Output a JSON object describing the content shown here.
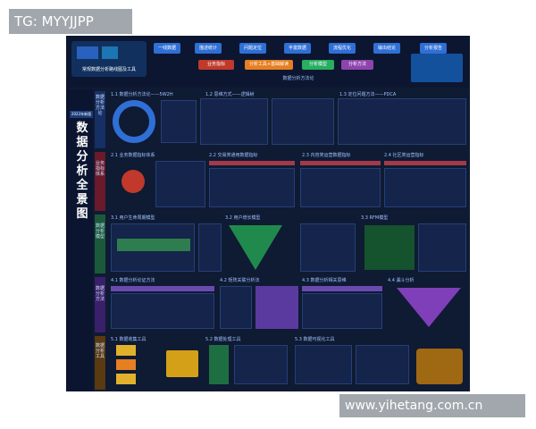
{
  "watermark_top": "TG: MYYJJPP",
  "watermark_bottom": "www.yihetang.com.cn",
  "poster": {
    "title_chars": [
      "数",
      "据",
      "分",
      "析",
      "全",
      "景",
      "图"
    ],
    "year_badge": "2023年新版",
    "header_caption": "常规数据分析路线图及工具",
    "flow_steps": [
      "一线数据",
      "描述统计",
      "问题定位",
      "丰富数据",
      "流程优化",
      "输出结论",
      "分析报告"
    ],
    "sub_steps": [
      "业务指标",
      "分析工具+基础解读",
      "分析模型",
      "分析方法"
    ],
    "analysis_method_label": "数据分析方法论",
    "side_sections": [
      "数据分析方法论",
      "业务指标体系",
      "数据分析模型",
      "数据分析方法",
      "数据分析工具"
    ],
    "section_titles": {
      "s1": [
        "1.1 数据分析方法论——5W2H",
        "1.2 思维方式——逻辑树",
        "1.3 定位问题方法——PDCA"
      ],
      "s2": [
        "2.1 业务数据指标体系",
        "2.2 交易类通用数据指标",
        "2.3 内容类运营数据指标",
        "2.4 社区类运营指标"
      ],
      "s3": [
        "3.1 用户生命周期模型",
        "3.2 用户增长模型",
        "3.3 RFM模型"
      ],
      "s4": [
        "4.1 数据分析论证方法",
        "4.2 矩阵关联分析法",
        "4.3 数据分析相关思维",
        "4.4 漏斗分析"
      ],
      "s5": [
        "5.1 数据收集工具",
        "5.2 数据处理工具",
        "5.3 数据可视化工具"
      ]
    },
    "colors": {
      "background": "#0f1a33",
      "accent_blue": "#2f6fd6",
      "accent_red": "#c0392b",
      "accent_orange": "#e67e22",
      "accent_green": "#27ae60",
      "accent_purple": "#8e44ad"
    }
  }
}
